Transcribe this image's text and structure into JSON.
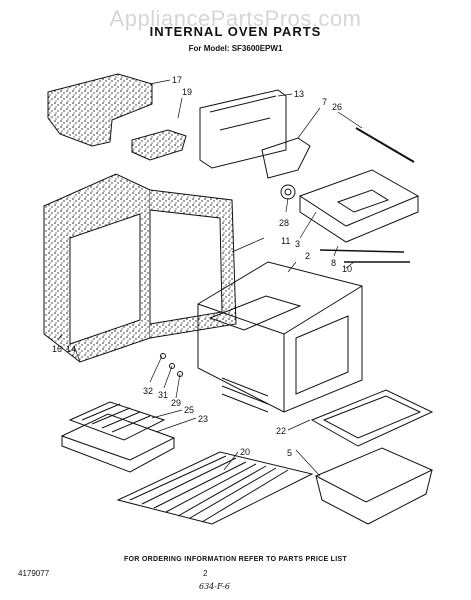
{
  "watermark": "AppliancePartsPros.com",
  "title": "INTERNAL OVEN PARTS",
  "subtitle": "For Model: SF3600EPW1",
  "callouts": [
    "17",
    "19",
    "13",
    "7",
    "26",
    "28",
    "3",
    "8",
    "10",
    "11",
    "2",
    "16",
    "14",
    "32",
    "31",
    "29",
    "25",
    "23",
    "20",
    "22",
    "5"
  ],
  "footer": {
    "note": "FOR ORDERING INFORMATION REFER TO PARTS PRICE LIST",
    "doc_number": "4179077",
    "page_number": "2",
    "handwritten": "634-F-6"
  }
}
